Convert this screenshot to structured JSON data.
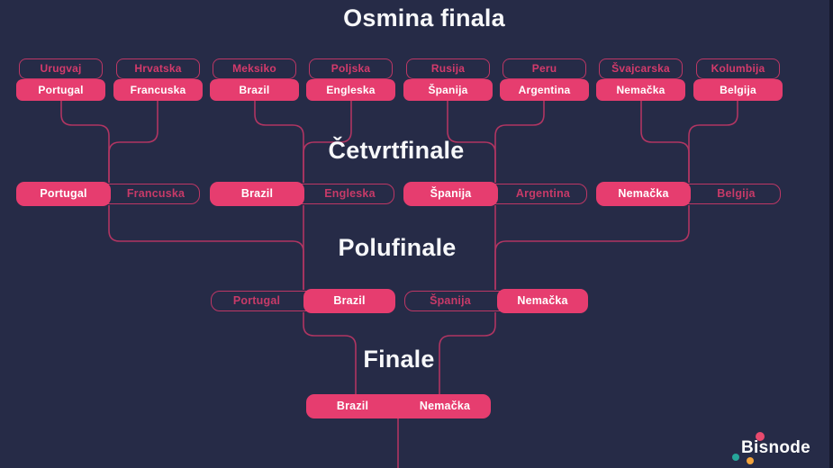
{
  "titles": {
    "round_of_16": "Osmina finala",
    "quarterfinals": "Četvrtfinale",
    "semifinals": "Polufinale",
    "final": "Finale"
  },
  "bracket": {
    "round_of_16": [
      {
        "top": "Urugvaj",
        "winner": "Portugal"
      },
      {
        "top": "Hrvatska",
        "winner": "Francuska"
      },
      {
        "top": "Meksiko",
        "winner": "Brazil"
      },
      {
        "top": "Poljska",
        "winner": "Engleska"
      },
      {
        "top": "Rusija",
        "winner": "Španija"
      },
      {
        "top": "Peru",
        "winner": "Argentina"
      },
      {
        "top": "Švajcarska",
        "winner": "Nemačka"
      },
      {
        "top": "Kolumbija",
        "winner": "Belgija"
      }
    ],
    "quarterfinals": [
      {
        "winner": "Portugal",
        "loser": "Francuska"
      },
      {
        "winner": "Brazil",
        "loser": "Engleska"
      },
      {
        "winner": "Španija",
        "loser": "Argentina"
      },
      {
        "winner": "Nemačka",
        "loser": "Belgija"
      }
    ],
    "semifinals": [
      {
        "loser": "Portugal",
        "winner": "Brazil"
      },
      {
        "loser": "Španija",
        "winner": "Nemačka"
      }
    ],
    "final": {
      "team_left": "Brazil",
      "team_right": "Nemačka"
    }
  },
  "logo": {
    "text": "Bisnode"
  },
  "colors": {
    "background": "#262b47",
    "accent_pink": "#e63d6f",
    "outline_pink": "#bd3765",
    "connector": "#b03562",
    "logo_dot_pink": "#e84a6e",
    "logo_dot_teal": "#26a69a",
    "logo_dot_orange": "#f2a33c"
  }
}
